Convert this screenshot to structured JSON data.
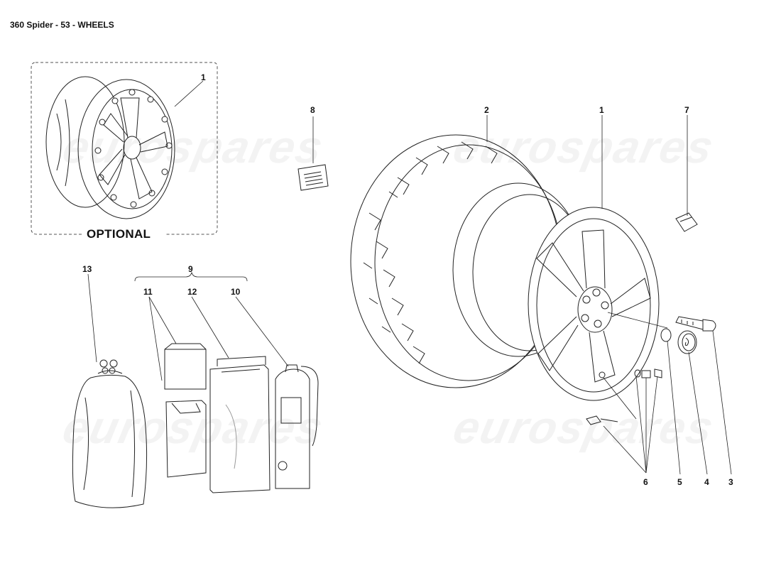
{
  "page": {
    "title": "360 Spider - 53 - WHEELS",
    "optional_label": "OPTIONAL",
    "watermark": "eurospares"
  },
  "callouts": {
    "optional_wheel": "1",
    "rim": "1",
    "tyre": "2",
    "bolt": "3",
    "hub_cap": "4",
    "o_ring": "5",
    "valve": "6",
    "weight": "7",
    "label": "8",
    "kit": "9",
    "sealant_bottle": "10",
    "canister_upper": "11",
    "canister_grip": "12",
    "bag": "13"
  }
}
